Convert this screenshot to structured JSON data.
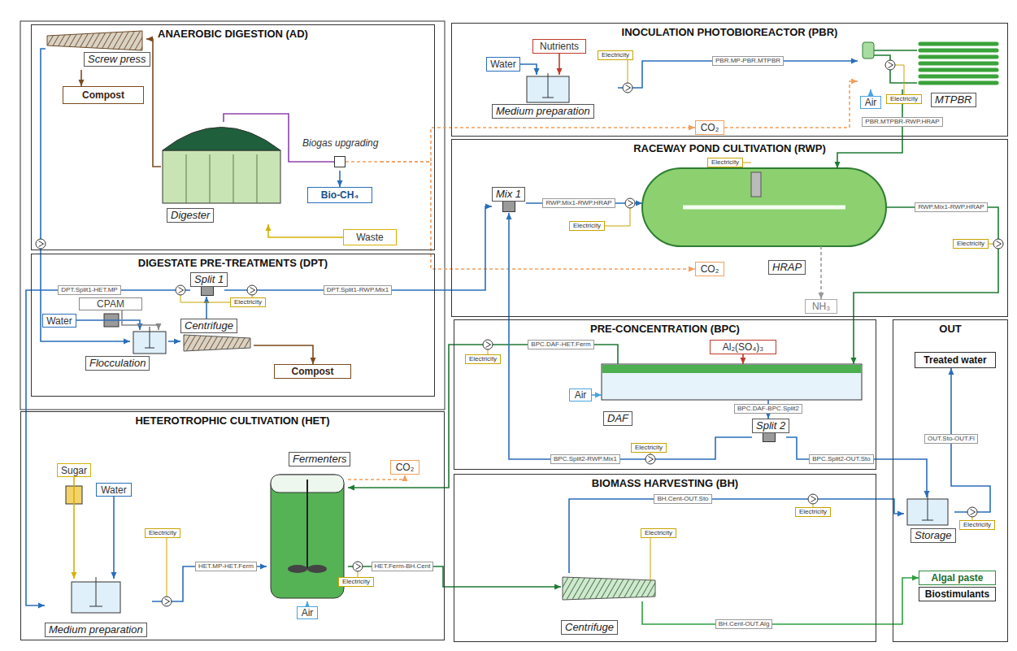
{
  "diagram": {
    "nodes": [
      {
        "text": [
          "ANAEROBIC DIGESTION (AD)"
        ]
      },
      {
        "text": [
          "Screw press"
        ],
        "in": 0
      },
      {
        "text": [
          "Compost"
        ],
        "in": 0
      },
      {
        "text": [
          "Digester"
        ],
        "in": 0
      },
      {
        "text": [
          "Biogas upgrading"
        ],
        "in": 0
      },
      {
        "text": [
          "Bio-CH₄"
        ],
        "in": 0
      },
      {
        "text": [
          "Waste"
        ],
        "in": 0
      },
      {
        "text": [
          "DIGESTATE PRE-TREATMENTS (DPT)"
        ]
      },
      {
        "text": [
          "Split 1"
        ],
        "in": 7
      },
      {
        "text": [
          "Electricity"
        ],
        "in": 7
      },
      {
        "text": [
          "CPAM"
        ],
        "in": 7
      },
      {
        "text": [
          "Water"
        ],
        "in": 7
      },
      {
        "text": [
          "Flocculation"
        ],
        "in": 7
      },
      {
        "text": [
          "Centrifuge"
        ],
        "in": 7
      },
      {
        "text": [
          "Compost"
        ],
        "in": 7
      },
      {
        "text": [
          "HETEROTROPHIC CULTIVATION (HET)"
        ]
      },
      {
        "text": [
          "Sugar"
        ],
        "in": 15
      },
      {
        "text": [
          "Water"
        ],
        "in": 15
      },
      {
        "text": [
          "Medium preparation"
        ],
        "in": 15
      },
      {
        "text": [
          "Electricity"
        ],
        "in": 15
      },
      {
        "text": [
          "Fermenters"
        ],
        "in": 15
      },
      {
        "text": [
          "CO₂"
        ],
        "in": 15
      },
      {
        "text": [
          "Electricity"
        ],
        "in": 15
      },
      {
        "text": [
          "Air"
        ],
        "in": 15
      },
      {
        "text": [
          "INOCULATION PHOTOBIOREACTOR (PBR)"
        ]
      },
      {
        "text": [
          "Nutrients"
        ],
        "in": 24
      },
      {
        "text": [
          "Water"
        ],
        "in": 24
      },
      {
        "text": [
          "Medium preparation"
        ],
        "in": 24
      },
      {
        "text": [
          "Electricity"
        ],
        "in": 24
      },
      {
        "text": [
          "CO₂"
        ],
        "in": 24
      },
      {
        "text": [
          "Air"
        ],
        "in": 24
      },
      {
        "text": [
          "Electricity"
        ],
        "in": 24
      },
      {
        "text": [
          "MTPBR"
        ],
        "in": 24
      },
      {
        "text": [
          "RACEWAY POND CULTIVATION (RWP)"
        ]
      },
      {
        "text": [
          "Mix 1"
        ],
        "in": 33
      },
      {
        "text": [
          "Electricity"
        ],
        "in": 33
      },
      {
        "text": [
          "Electricity"
        ],
        "in": 33
      },
      {
        "text": [
          "HRAP"
        ],
        "in": 33
      },
      {
        "text": [
          "CO₂"
        ],
        "in": 33
      },
      {
        "text": [
          "NH₃"
        ],
        "in": 33
      },
      {
        "text": [
          "Electricity"
        ],
        "in": 33
      },
      {
        "text": [
          "PRE-CONCENTRATION (BPC)"
        ]
      },
      {
        "text": [
          "Al₂(SO₄)₃"
        ],
        "in": 41
      },
      {
        "text": [
          "Air"
        ],
        "in": 41
      },
      {
        "text": [
          "DAF"
        ],
        "in": 41
      },
      {
        "text": [
          "Electricity"
        ],
        "in": 41
      },
      {
        "text": [
          "Split 2"
        ],
        "in": 41
      },
      {
        "text": [
          "Electricity"
        ],
        "in": 41
      },
      {
        "text": [
          "BIOMASS HARVESTING (BH)"
        ]
      },
      {
        "text": [
          "Electricity"
        ],
        "in": 48
      },
      {
        "text": [
          "Electricity"
        ],
        "in": 48
      },
      {
        "text": [
          "Centrifuge"
        ],
        "in": 48
      },
      {
        "text": [
          "OUT"
        ]
      },
      {
        "text": [
          "Treated water"
        ],
        "in": 52
      },
      {
        "text": [
          "Storage"
        ],
        "in": 52
      },
      {
        "text": [
          "Electricity"
        ],
        "in": 52
      },
      {
        "text": [
          "Algal paste"
        ],
        "in": 52
      },
      {
        "text": [
          "Biostimulants"
        ],
        "in": 52
      }
    ],
    "edges": [
      {
        "from": 3,
        "to": 1,
        "arrow": "to"
      },
      {
        "from": 1,
        "to": 2,
        "arrow": "to"
      },
      {
        "from": 3,
        "to": 4,
        "arrow": "none"
      },
      {
        "from": 4,
        "to": 5,
        "arrow": "to"
      },
      {
        "from": 6,
        "to": 3,
        "arrow": "to"
      },
      {
        "from": 4,
        "to": 29,
        "arrow": "to"
      },
      {
        "from": 4,
        "to": 38,
        "arrow": "to"
      },
      {
        "from": 8,
        "to": 18,
        "label": "DPT.Split1-HET.MP",
        "arrow": "to"
      },
      {
        "from": 8,
        "to": 34,
        "label": "DPT.Split1-RWP.Mix1",
        "arrow": "to"
      },
      {
        "from": 13,
        "to": 8,
        "arrow": "to"
      },
      {
        "from": 13,
        "to": 14,
        "arrow": "to"
      },
      {
        "from": 12,
        "to": 13,
        "arrow": "to"
      },
      {
        "from": 1,
        "to": 12,
        "arrow": "to"
      },
      {
        "from": 11,
        "to": 12,
        "arrow": "to"
      },
      {
        "from": 10,
        "to": 12,
        "arrow": "to"
      },
      {
        "from": 16,
        "to": 18,
        "arrow": "to"
      },
      {
        "from": 17,
        "to": 18,
        "arrow": "to"
      },
      {
        "from": 18,
        "to": 20,
        "label": "HET.MP-HET.Ferm",
        "arrow": "to"
      },
      {
        "from": 20,
        "to": 51,
        "label": "HET.Ferm-BH.Cent",
        "arrow": "to"
      },
      {
        "from": 20,
        "to": 21,
        "arrow": "to"
      },
      {
        "from": 23,
        "to": 20,
        "arrow": "to"
      },
      {
        "from": 44,
        "to": 20,
        "label": "BPC.DAF-HET.Ferm",
        "arrow": "to"
      },
      {
        "from": 25,
        "to": 27,
        "arrow": "to"
      },
      {
        "from": 26,
        "to": 27,
        "arrow": "to"
      },
      {
        "from": 27,
        "to": 32,
        "label": "PBR.MP-PBR.MTPBR",
        "arrow": "to"
      },
      {
        "from": 29,
        "to": 32,
        "arrow": "to"
      },
      {
        "from": 30,
        "to": 32,
        "arrow": "to"
      },
      {
        "from": 32,
        "to": 37,
        "label": "PBR.MTPBR-RWP.HRAP",
        "arrow": "to"
      },
      {
        "from": 34,
        "to": 37,
        "label": "RWP.Mix1-RWP.HRAP",
        "arrow": "to"
      },
      {
        "from": 37,
        "to": 44,
        "label": "RWP.Mix1-RWP.HRAP",
        "arrow": "to"
      },
      {
        "from": 37,
        "to": 39,
        "arrow": "to"
      },
      {
        "from": 42,
        "to": 44,
        "arrow": "to"
      },
      {
        "from": 43,
        "to": 44,
        "arrow": "to"
      },
      {
        "from": 44,
        "to": 46,
        "label": "BPC.DAF-BPC.Split2",
        "arrow": "to"
      },
      {
        "from": 46,
        "to": 34,
        "label": "BPC.Split2-RWP.Mix1",
        "arrow": "to"
      },
      {
        "from": 46,
        "to": 54,
        "label": "BPC.Split2-OUT.Sto",
        "arrow": "to"
      },
      {
        "from": 51,
        "to": 54,
        "label": "BH.Cent-OUT.Sto",
        "arrow": "to"
      },
      {
        "from": 51,
        "to": 56,
        "label": "BH.Cent-OUT.Alg",
        "arrow": "to"
      },
      {
        "from": 54,
        "to": 53,
        "label": "OUT.Sto-OUT.Fl",
        "arrow": "to"
      }
    ]
  }
}
